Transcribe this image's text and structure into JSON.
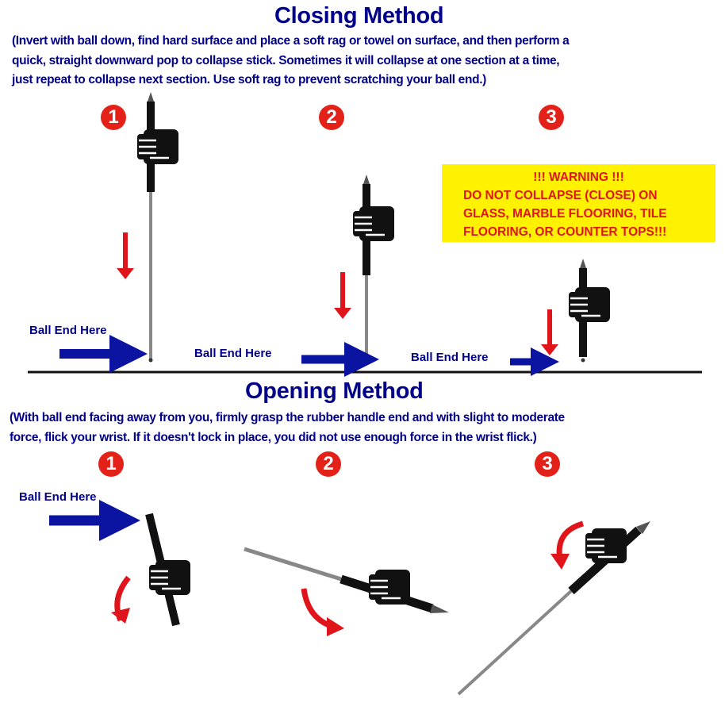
{
  "closing": {
    "title": "Closing Method",
    "instructions": [
      "(Invert with ball down, find hard surface and place a soft rag or towel on surface, and then perform a",
      "quick, straight downward pop to collapse stick.  Sometimes it will collapse at one section at a time,",
      "just repeat to collapse next section. Use soft rag to prevent scratching your ball end.)"
    ],
    "steps": [
      "1",
      "2",
      "3"
    ],
    "ball_end_label": "Ball End Here"
  },
  "warning": {
    "heading": "!!! WARNING !!!",
    "lines": [
      "DO NOT COLLAPSE (CLOSE) ON",
      "GLASS, MARBLE FLOORING, TILE",
      "FLOORING, OR COUNTER TOPS!!!"
    ]
  },
  "opening": {
    "title": "Opening Method",
    "instructions": [
      "(With ball end facing away from you, firmly grasp the rubber handle end and with slight to moderate",
      "force, flick your wrist.  If it doesn't lock in place, you did not use enough force in the wrist flick.)"
    ],
    "steps": [
      "1",
      "2",
      "3"
    ],
    "ball_end_label": "Ball End Here"
  },
  "colors": {
    "title": "#00008b",
    "arrow_red": "#e0141b",
    "warning_bg": "#fff200",
    "step_badge": "#e32119"
  }
}
